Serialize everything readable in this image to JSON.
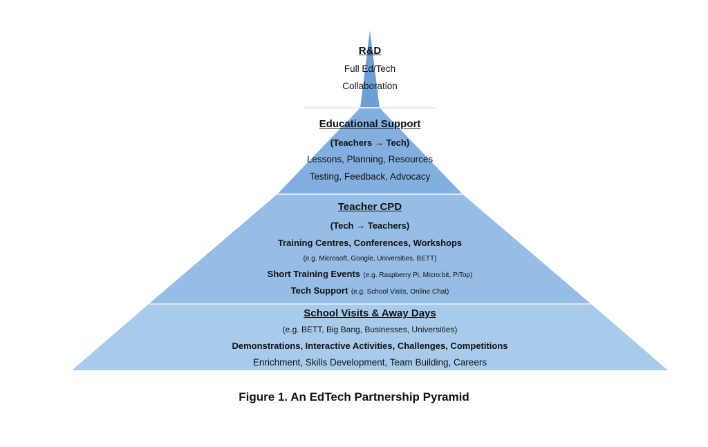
{
  "colors": {
    "tier_top": "#6d9fd6",
    "tier_2": "#82afe0",
    "tier_3": "#95bde6",
    "tier_base": "#a9cbeb",
    "separator": "#dbe8f6"
  },
  "tiers": [
    {
      "heading": "R&D",
      "lines": [
        "Full Ed/Tech",
        "Collaboration"
      ]
    },
    {
      "heading": "Educational Support",
      "direction": "(Teachers → Tech)",
      "lines": [
        "Lessons, Planning, Resources",
        "Testing, Feedback, Advocacy"
      ]
    },
    {
      "heading": "Teacher CPD",
      "direction": "(Tech → Teachers)",
      "training": "Training Centres, Conferences, Workshops",
      "training_examples": "(e.g. Microsoft, Google, Universities, BETT)",
      "short_events": "Short Training Events",
      "short_events_examples": "(e.g. Raspberry Pi, Micro:bit, PiTop)",
      "tech_support": "Tech Support",
      "tech_support_examples": "(e.g. School Visits, Online Chat)"
    },
    {
      "heading": "School Visits & Away Days",
      "examples": "(e.g. BETT, Big Bang, Businesses, Universities)",
      "activities": "Demonstrations, Interactive Activities, Challenges, Competitions",
      "outcomes": "Enrichment, Skills Development, Team Building, Careers"
    }
  ],
  "caption": "Figure 1. An EdTech Partnership Pyramid"
}
